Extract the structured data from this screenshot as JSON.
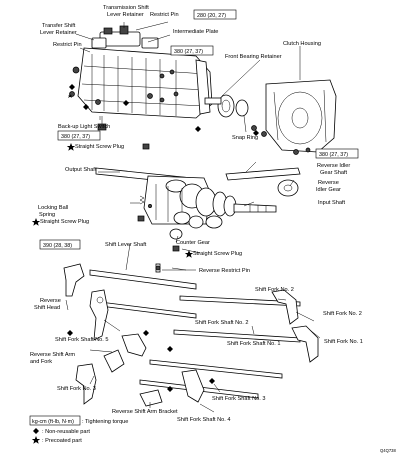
{
  "labels": {
    "transmission_shift_lever_retainer": [
      "Transmission Shift",
      "Lever Retainer"
    ],
    "restrict_pin_top": "Restrict Pin",
    "transfer_shift_lever_retainer": [
      "Transfer Shift",
      "Lever Retainer"
    ],
    "intermediate_plate": "Intermediate Plate",
    "restrict_pin_left": "Restrict Pin",
    "front_bearing_retainer": "Front Bearing Retainer",
    "clutch_housing": "Clutch Housing",
    "back_up_light_switch": "Back-up Light Switch",
    "snap_ring": "Snap Ring",
    "straight_screw_plug_1": "Straight Screw Plug",
    "output_shaft": "Output Shaft",
    "reverse_idler_gear_shaft": [
      "Reverse Idler",
      "Gear Shaft"
    ],
    "reverse_idler_gear": [
      "Reverse",
      "Idler Gear"
    ],
    "locking_ball_spring": [
      "Locking Ball",
      "Spring"
    ],
    "straight_screw_plug_2": "Straight Screw Plug",
    "input_shaft": "Input Shaft",
    "counter_gear": "Counter Gear",
    "shift_lever_shaft": "Shift Lever Shaft",
    "straight_screw_plug_3": "Straight Screw Plug",
    "reverse_restrict_pin": "Reverse Restrict Pin",
    "shift_fork_no2": "Shift Fork No. 2",
    "reverse_shift_head": [
      "Reverse",
      "Shift Head"
    ],
    "shift_fork_shaft_no5": "Shift Fork Shaft No. 5",
    "shift_fork_shaft_no2": "Shift Fork Shaft No. 2",
    "shift_fork_shaft_no1": "Shift Fork Shaft No. 1",
    "shift_fork_no1": "Shift Fork No. 1",
    "reverse_shift_arm_and_fork": [
      "Reverse Shift Arm",
      "and Fork"
    ],
    "shift_fork_no3": "Shift Fork No. 3",
    "shift_fork_shaft_no3": "Shift Fork Shaft No. 3",
    "reverse_shift_arm_bracket": "Reverse Shift Arm Bracket",
    "shift_fork_shaft_no4": "Shift Fork Shaft No. 4"
  },
  "torques": {
    "restrict_pin_top": "280 (20, 27)",
    "intermediate_plate": "380 (27, 37)",
    "back_up_light_switch": "380 (27, 37)",
    "clutch_housing": "380 (27, 37)",
    "straight_screw_plug_2": "390 (28, 38)"
  },
  "legend": {
    "unit": "kg-cm (ft-lb, N·m)",
    "tightening_torque": ": Tightening torque",
    "non_reusable_part": ": Non-reusable part",
    "precoated_part": ": Precoated part"
  },
  "figure_code": "Q4Q738"
}
